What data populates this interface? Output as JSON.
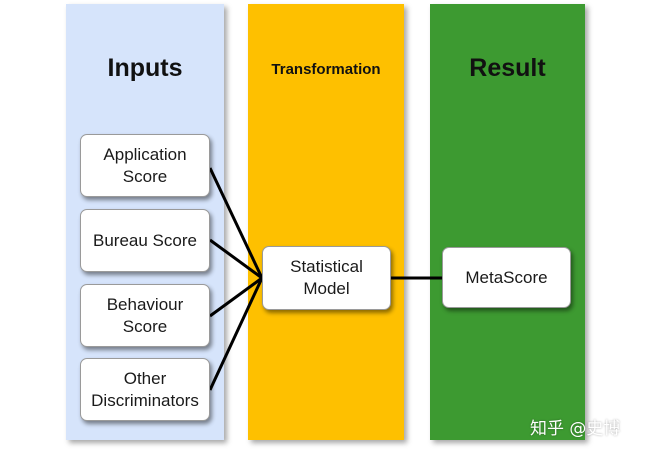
{
  "columns": {
    "inputs": {
      "title": "Inputs",
      "color": "#d6e4fb"
    },
    "transformation": {
      "title": "Transformation",
      "color": "#fec000"
    },
    "result": {
      "title": "Result",
      "color": "#3d9a31"
    }
  },
  "nodes": {
    "application_score": "Application\nScore",
    "bureau_score": "Bureau Score",
    "behaviour_score": "Behaviour\nScore",
    "other_discriminators": "Other\nDiscriminators",
    "statistical_model": "Statistical\nModel",
    "metascore": "MetaScore"
  },
  "watermark": "知乎 @史博"
}
